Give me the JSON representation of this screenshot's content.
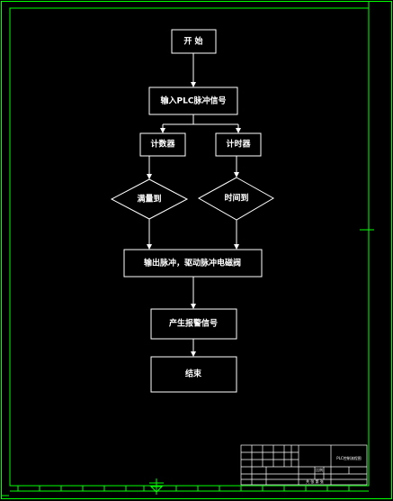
{
  "flowchart": {
    "start": "开 始",
    "input": "输入PLC脉冲信号",
    "counter": "计数器",
    "timer": "计时器",
    "dec_count": "满量到",
    "dec_time": "时间到",
    "output": "输出脉冲，驱动脉冲电磁阀",
    "signal": "产生报警信号",
    "end": "结束"
  },
  "title_block": {
    "drawing_title": "PLC控制流程图",
    "scale_label": "比例",
    "sheet_label": "共 张 第 张"
  },
  "colors": {
    "background": "#000000",
    "frame": "#00ff00",
    "drawing": "#ffffff"
  }
}
